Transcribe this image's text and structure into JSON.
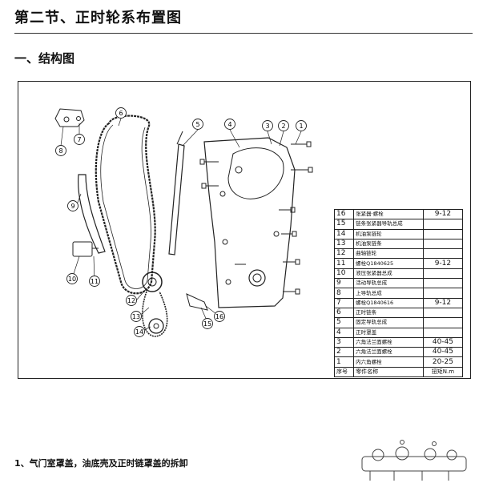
{
  "doc": {
    "title": "第二节、正时轮系布置图",
    "section": "一、结构图",
    "step": "1、气门室罩盖，油底壳及正时链罩盖的拆卸"
  },
  "callouts": [
    "1",
    "2",
    "3",
    "4",
    "5",
    "6",
    "7",
    "8",
    "9",
    "10",
    "11",
    "12",
    "13",
    "14",
    "15",
    "16"
  ],
  "parts_table": {
    "rows": [
      {
        "no": "16",
        "name": "张紧器·螺栓",
        "torque": "9-12"
      },
      {
        "no": "15",
        "name": "链条张紧器导轨总成",
        "torque": ""
      },
      {
        "no": "14",
        "name": "机油泵链轮",
        "torque": ""
      },
      {
        "no": "13",
        "name": "机油泵链条",
        "torque": ""
      },
      {
        "no": "12",
        "name": "曲轴链轮",
        "torque": ""
      },
      {
        "no": "11",
        "name": "螺栓Q1840625",
        "torque": "9-12"
      },
      {
        "no": "10",
        "name": "液压张紧器总成",
        "torque": ""
      },
      {
        "no": "9",
        "name": "活动导轨总成",
        "torque": ""
      },
      {
        "no": "8",
        "name": "上导轨总成",
        "torque": ""
      },
      {
        "no": "7",
        "name": "螺栓Q1840616",
        "torque": "9-12"
      },
      {
        "no": "6",
        "name": "正时链条",
        "torque": ""
      },
      {
        "no": "5",
        "name": "固定导轨总成",
        "torque": ""
      },
      {
        "no": "4",
        "name": "正时罩盖",
        "torque": ""
      },
      {
        "no": "3",
        "name": "六角法兰面螺栓",
        "torque": "40-45"
      },
      {
        "no": "2",
        "name": "六角法兰面螺栓",
        "torque": "40-45"
      },
      {
        "no": "1",
        "name": "内六角螺栓",
        "torque": "20-25"
      }
    ],
    "header": {
      "no": "序号",
      "name": "零件名称",
      "torque": "扭矩N.m"
    }
  }
}
